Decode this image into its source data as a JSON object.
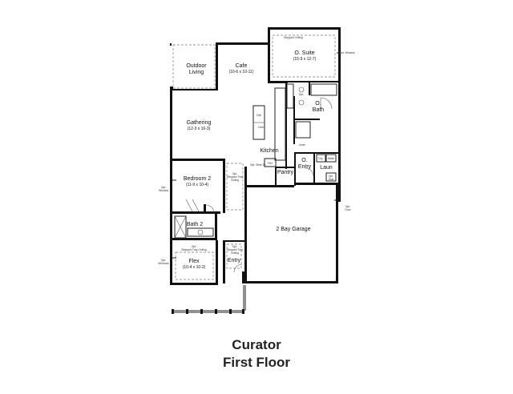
{
  "title": {
    "line1": "Curator",
    "line2": "First Floor"
  },
  "rooms": {
    "outdoor_living": {
      "name_l1": "Outdoor",
      "name_l2": "Living"
    },
    "cafe": {
      "name": "Cafe",
      "dim": "(10-6 x 10-11)"
    },
    "o_suite": {
      "name": "O. Suite",
      "dim": "(15-9 x 12-7)"
    },
    "o_bath": {
      "name_l1": "O.",
      "name_l2": "Bath"
    },
    "gathering": {
      "name": "Gathering",
      "dim": "(12-3 x 16-3)"
    },
    "kitchen": {
      "name": "Kitchen"
    },
    "pantry": {
      "name": "Pantry"
    },
    "o_entry": {
      "name_l1": "O.",
      "name_l2": "Entry"
    },
    "laun": {
      "name": "Laun"
    },
    "bedroom2": {
      "name": "Bedroom 2",
      "dim": "(11-9 x 10-4)"
    },
    "garage": {
      "name": "2 Bay Garage"
    },
    "bath2": {
      "name": "Bath 2"
    },
    "flex": {
      "name": "Flex",
      "dim": "(10-4 x 10-2)"
    },
    "entry": {
      "name": "Entry"
    }
  },
  "notes": {
    "osuite_top": "Stepped Ceiling",
    "osuite_win": "Opt. Window",
    "dw": "DW",
    "oven": "Oven",
    "ref": "Ref",
    "linen": "Linen",
    "opt_slide": "Opt. Slide Dr.",
    "bed_ceiling_l1": "Opt.",
    "bed_ceiling_l2": "Stepped Tray",
    "bed_ceiling_l3": "Ceiling",
    "bed_win_l1": "Opt.",
    "bed_win_l2": "Window",
    "garage_win_l1": "Opt.",
    "garage_win_l2": "Door",
    "flex_ceiling_l1": "Opt.",
    "flex_ceiling_l2": "Stepped Tray Ceiling",
    "flex_win_l1": "Opt.",
    "flex_win_l2": "Windows",
    "entry_ceiling_l1": "Opt.",
    "entry_ceiling_l2": "Stepped Tray",
    "entry_ceiling_l3": "Ceiling",
    "dryer": "Dry",
    "washer": "Wash",
    "laun_opt_l1": "Opt.",
    "laun_opt_l2": "Sink",
    "tub_opt": "Opt."
  }
}
